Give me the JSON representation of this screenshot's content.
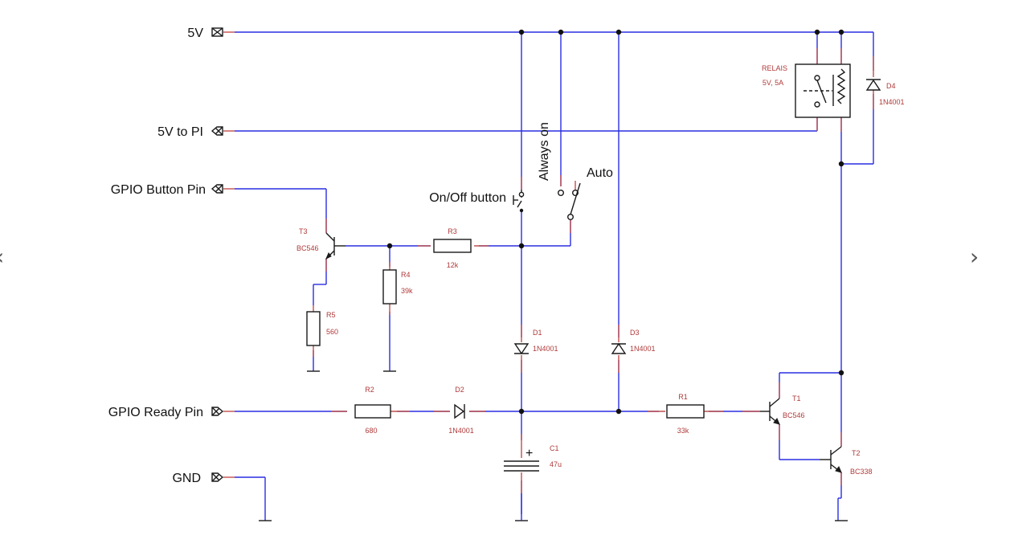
{
  "ports": {
    "p5v": "5V",
    "p5vpi": "5V to PI",
    "button": "GPIO Button Pin",
    "ready": "GPIO Ready Pin",
    "gnd": "GND"
  },
  "switches": {
    "onoff": "On/Off button",
    "always": "Always on",
    "auto": "Auto"
  },
  "components": {
    "relais_ref": "RELAIS",
    "relais_val": "5V, 5A",
    "d4_ref": "D4",
    "d4_val": "1N4001",
    "t3_ref": "T3",
    "t3_val": "BC546",
    "r3_ref": "R3",
    "r3_val": "12k",
    "r4_ref": "R4",
    "r4_val": "39k",
    "r5_ref": "R5",
    "r5_val": "560",
    "d1_ref": "D1",
    "d1_val": "1N4001",
    "d3_ref": "D3",
    "d3_val": "1N4001",
    "r2_ref": "R2",
    "r2_val": "680",
    "d2_ref": "D2",
    "d2_val": "1N4001",
    "r1_ref": "R1",
    "r1_val": "33k",
    "t1_ref": "T1",
    "t1_val": "BC546",
    "t2_ref": "T2",
    "t2_val": "BC338",
    "c1_ref": "C1",
    "c1_val": "47u",
    "c1_plus": "+"
  },
  "nav": {
    "prev": "‹",
    "next": "›"
  }
}
